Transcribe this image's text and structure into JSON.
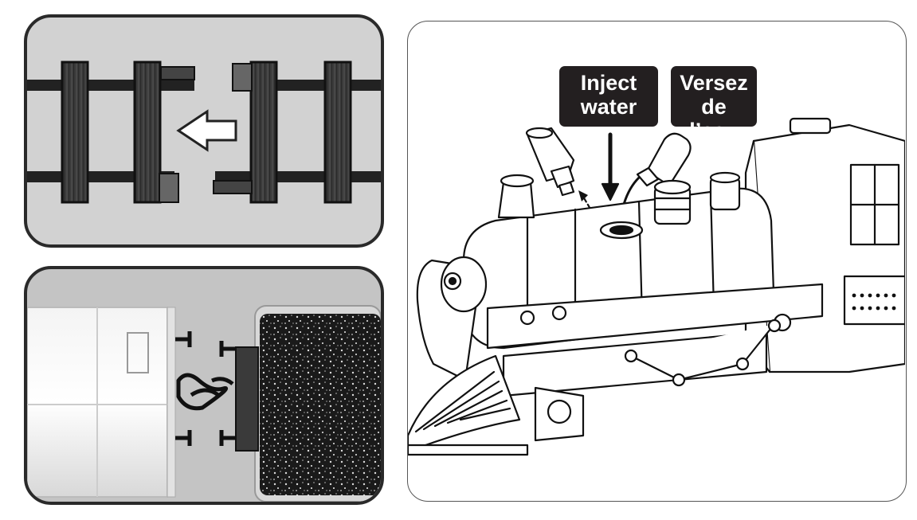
{
  "labels": {
    "english": [
      "Inject",
      "water"
    ],
    "french": [
      "Versez",
      "de l’eau"
    ]
  },
  "colors": {
    "label_background": "#231f20",
    "label_text": "#ffffff",
    "panel_border": "#2a2a2a",
    "tie_wood": "#3a3a3a"
  },
  "icons": {
    "track_direction": "left-arrow-icon",
    "water_direction": "down-arrow-icon",
    "cap_removal": "dashed-arrow-icon"
  }
}
